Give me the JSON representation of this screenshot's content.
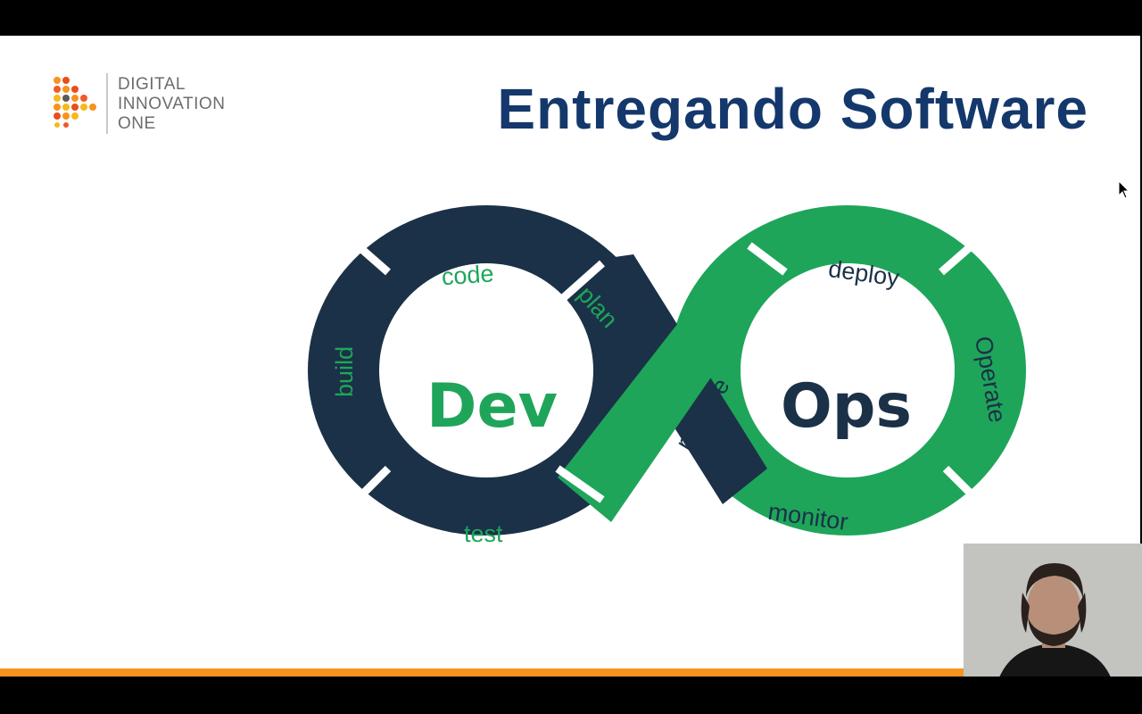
{
  "logo": {
    "line1": "DIGITAL",
    "line2": "INNOVATION",
    "line3": "ONE",
    "brand_colors": [
      "#f7931e",
      "#e94e1b",
      "#f6b91a"
    ]
  },
  "slide": {
    "title": "Entregando Software",
    "accent_color": "#f7931e",
    "title_color": "#14386b"
  },
  "diagram": {
    "left_label": "Dev",
    "right_label": "Ops",
    "dev_stages": [
      "code",
      "plan",
      "build",
      "test"
    ],
    "ops_stages": [
      "deploy",
      "release",
      "Operate",
      "monitor"
    ],
    "dev_color": "#1b3147",
    "ops_color": "#1ea55a"
  },
  "cursor": {
    "icon": "mouse-pointer-icon"
  },
  "webcam": {
    "icon": "presenter-video-feed"
  }
}
